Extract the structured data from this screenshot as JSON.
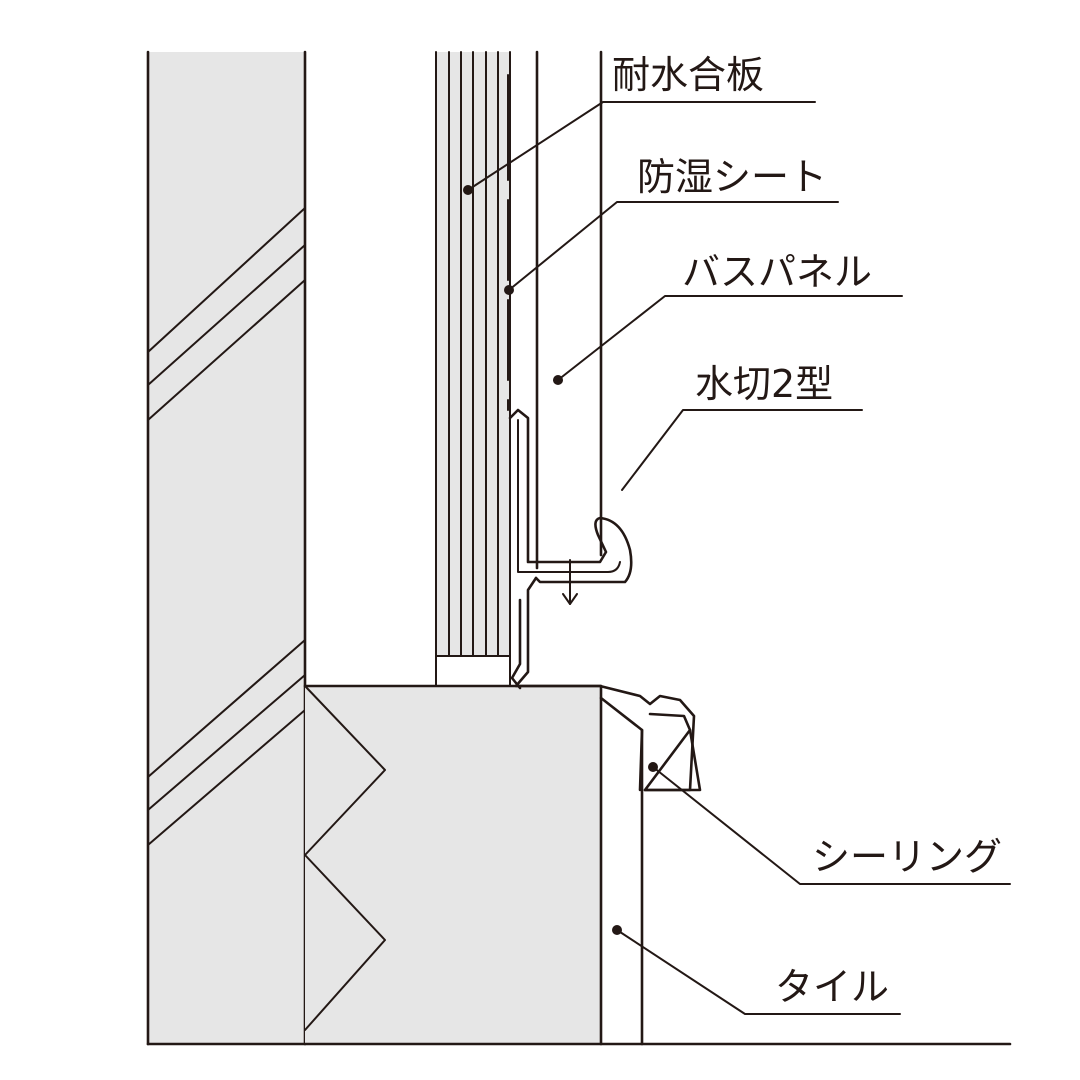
{
  "labels": {
    "plywood": "耐水合板",
    "moisture_sheet": "防湿シート",
    "bath_panel": "バスパネル",
    "drip_flashing": "水切2型",
    "sealing": "シーリング",
    "tile": "タイル"
  },
  "colors": {
    "line": "#231815",
    "fill": "#e6e6e6",
    "background": "#ffffff"
  }
}
